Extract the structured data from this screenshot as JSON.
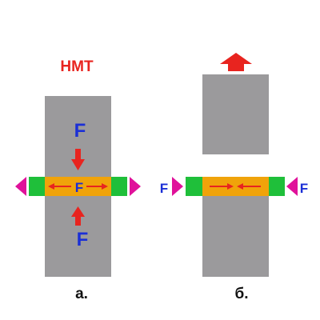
{
  "panel_a": {
    "title": "НМТ",
    "force_top": "F",
    "force_center": "F",
    "force_bottom": "F",
    "caption": "а."
  },
  "panel_b": {
    "force_left": "F",
    "force_right": "F",
    "caption": "б."
  },
  "colors": {
    "block": "#9b9a9c",
    "seal": "#f0a30a",
    "clamp": "#1fbf3a",
    "red_arrow": "#e8241f",
    "magenta_arrow": "#e0119a",
    "force_text": "#1b2fd6",
    "title_text": "#e8241f"
  },
  "icons": {
    "compression_arrow": "down-arrow-icon",
    "tension_arrow": "up-arrow-icon",
    "side_push": "magenta-arrow-icon"
  }
}
